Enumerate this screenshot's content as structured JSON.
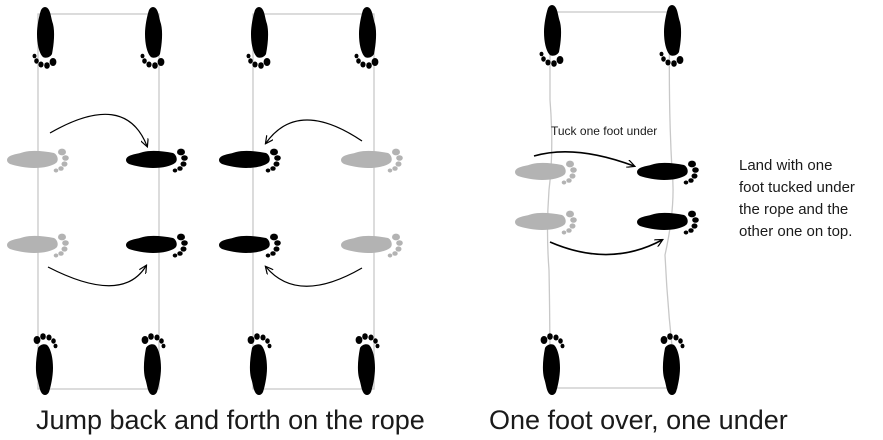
{
  "captions": {
    "left": "Jump back and forth on the rope",
    "right": "One foot over, one under"
  },
  "labels": {
    "tuck": "Tuck one foot under",
    "land_lines": [
      "Land with one",
      "foot tucked under",
      "the rope and the",
      "other one on top."
    ]
  },
  "colors": {
    "foot_dark": "#000000",
    "foot_light": "#b3b3b3",
    "rope": "#c8c8c8",
    "arrow": "#000000"
  },
  "icons": {
    "foot": "footprint-icon",
    "arrow": "curved-arrow-icon"
  }
}
